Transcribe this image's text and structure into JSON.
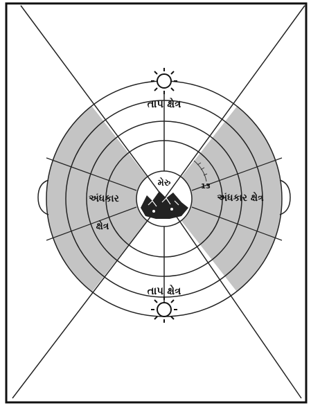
{
  "labels": {
    "heat_zone_top": "તાપ ક્ષેત્ર",
    "heat_zone_bottom": "તાપ ક્ષેત્ર",
    "dark_zone_left_line1": "અંધકાર",
    "dark_zone_left_line2": "ક્ષેત્ર",
    "dark_zone_right": "અંધકાર ક્ષેત્ર",
    "center_label": "મેરુ",
    "small_number": "13"
  },
  "colors": {
    "border": "#111111",
    "line": "#222222",
    "shade": "#c8c8c8",
    "background": "#ffffff"
  },
  "icons": {
    "top_sun": "sun-icon",
    "bottom_sun": "sun-icon",
    "mountain": "mountain-icon"
  }
}
